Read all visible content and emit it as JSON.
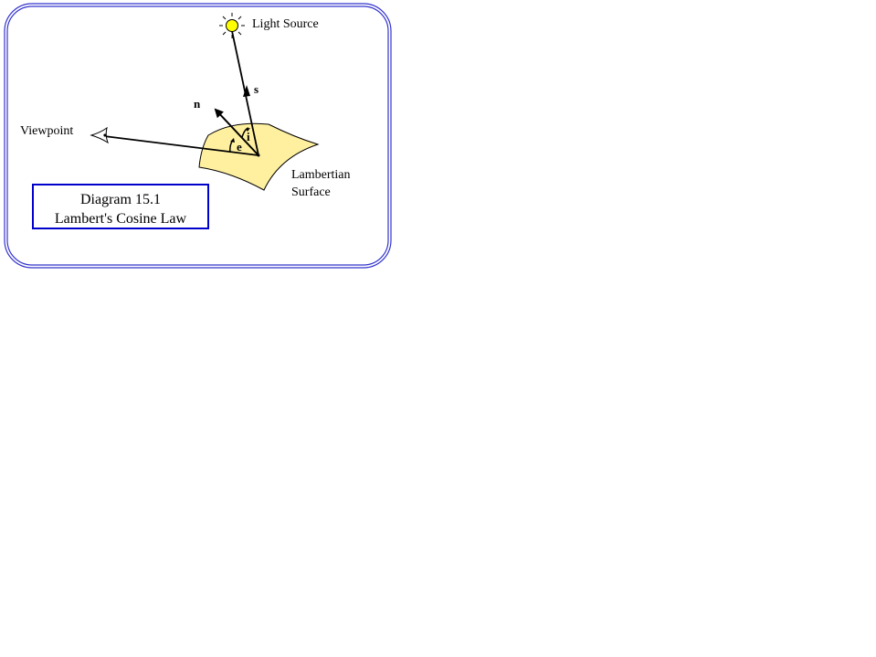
{
  "diagram": {
    "labels": {
      "light_source": "Light Source",
      "viewpoint": "Viewpoint",
      "surface_line1": "Lambertian",
      "surface_line2": "Surface",
      "vec_s": "s",
      "vec_n": "n",
      "angle_i": "i",
      "angle_e": "e"
    },
    "caption": {
      "line1": "Diagram 15.1",
      "line2": "Lambert's Cosine Law"
    },
    "colors": {
      "frame": "#3333cc",
      "caption_border": "#0000cc",
      "surface_fill": "#fff0a0",
      "sun_fill": "#ffff00",
      "ink": "#000000"
    }
  }
}
